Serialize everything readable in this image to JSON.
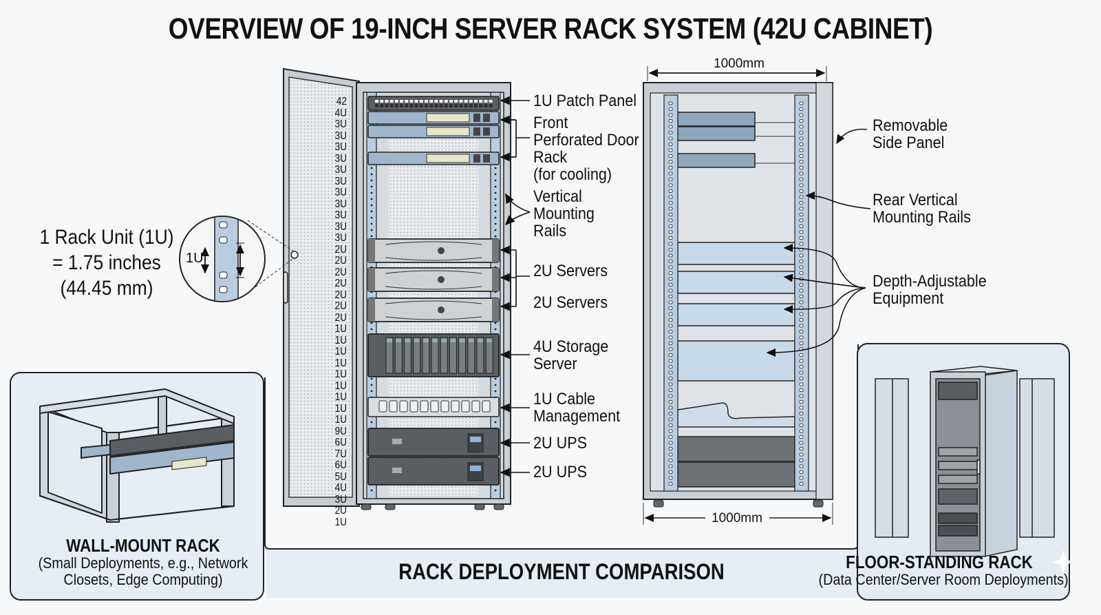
{
  "title": "OVERVIEW OF 19-INCH SERVER RACK SYSTEM (42U CABINET)",
  "rack_unit_callout": {
    "line1": "1 Rack Unit (1U)",
    "line2": "= 1.75 inches",
    "line3": "(44.45 mm)",
    "magnifier_label": "1U"
  },
  "door_unit_labels": [
    "42",
    "4U",
    "3U",
    "3U",
    "3U",
    "3U",
    "3U",
    "3U",
    "3U",
    "3U",
    "3U",
    "3U",
    "3U",
    "2U",
    "2U",
    "2U",
    "2U",
    "2U",
    "2U",
    "2U",
    "1U",
    "1U",
    "1U",
    "1U",
    "1U",
    "1U",
    "1U",
    "1U",
    "1U",
    "9U",
    "6U",
    "7U",
    "6U",
    "5U",
    "4U",
    "3U",
    "2U",
    "1U"
  ],
  "front_rack_labels": {
    "patch_panel": "1U Patch Panel",
    "front_door": [
      "Front",
      "Perforated Door",
      "Rack",
      "(for cooling)"
    ],
    "vertical_rails": [
      "Vertical",
      "Mounting",
      "Rails"
    ],
    "servers_a": "2U Servers",
    "servers_b": "2U Servers",
    "storage": [
      "4U Storage",
      "Server"
    ],
    "cable_mgmt": [
      "1U Cable",
      "Management"
    ],
    "ups_a": "2U UPS",
    "ups_b": "2U UPS"
  },
  "side_view": {
    "top_dimension": "1000mm",
    "bottom_dimension": "1000mm",
    "side_panel": [
      "Removable",
      "Side Panel"
    ],
    "rear_rails": [
      "Rear Vertical",
      "Mounting Rails"
    ],
    "depth_adjustable": [
      "Depth-Adjustable",
      "Equipment"
    ]
  },
  "comparison": {
    "heading": "RACK DEPLOYMENT COMPARISON",
    "wall_mount": {
      "title": "WALL-MOUNT RACK",
      "subtitle": [
        "(Small Deployments, e.g., Network",
        "Closets, Edge Computing)"
      ]
    },
    "floor_standing": {
      "title": "FLOOR-STANDING RACK",
      "subtitle": "(Data Center/Server Room Deployments)"
    }
  },
  "colors": {
    "frame_gray": "#c9cfd6",
    "rail_blue": "#b8cde0",
    "switch_blue": "#9fb6cc",
    "dark_equipment": "#5a5d61",
    "panel_bg": "#e6edf4",
    "outline": "#222222"
  }
}
